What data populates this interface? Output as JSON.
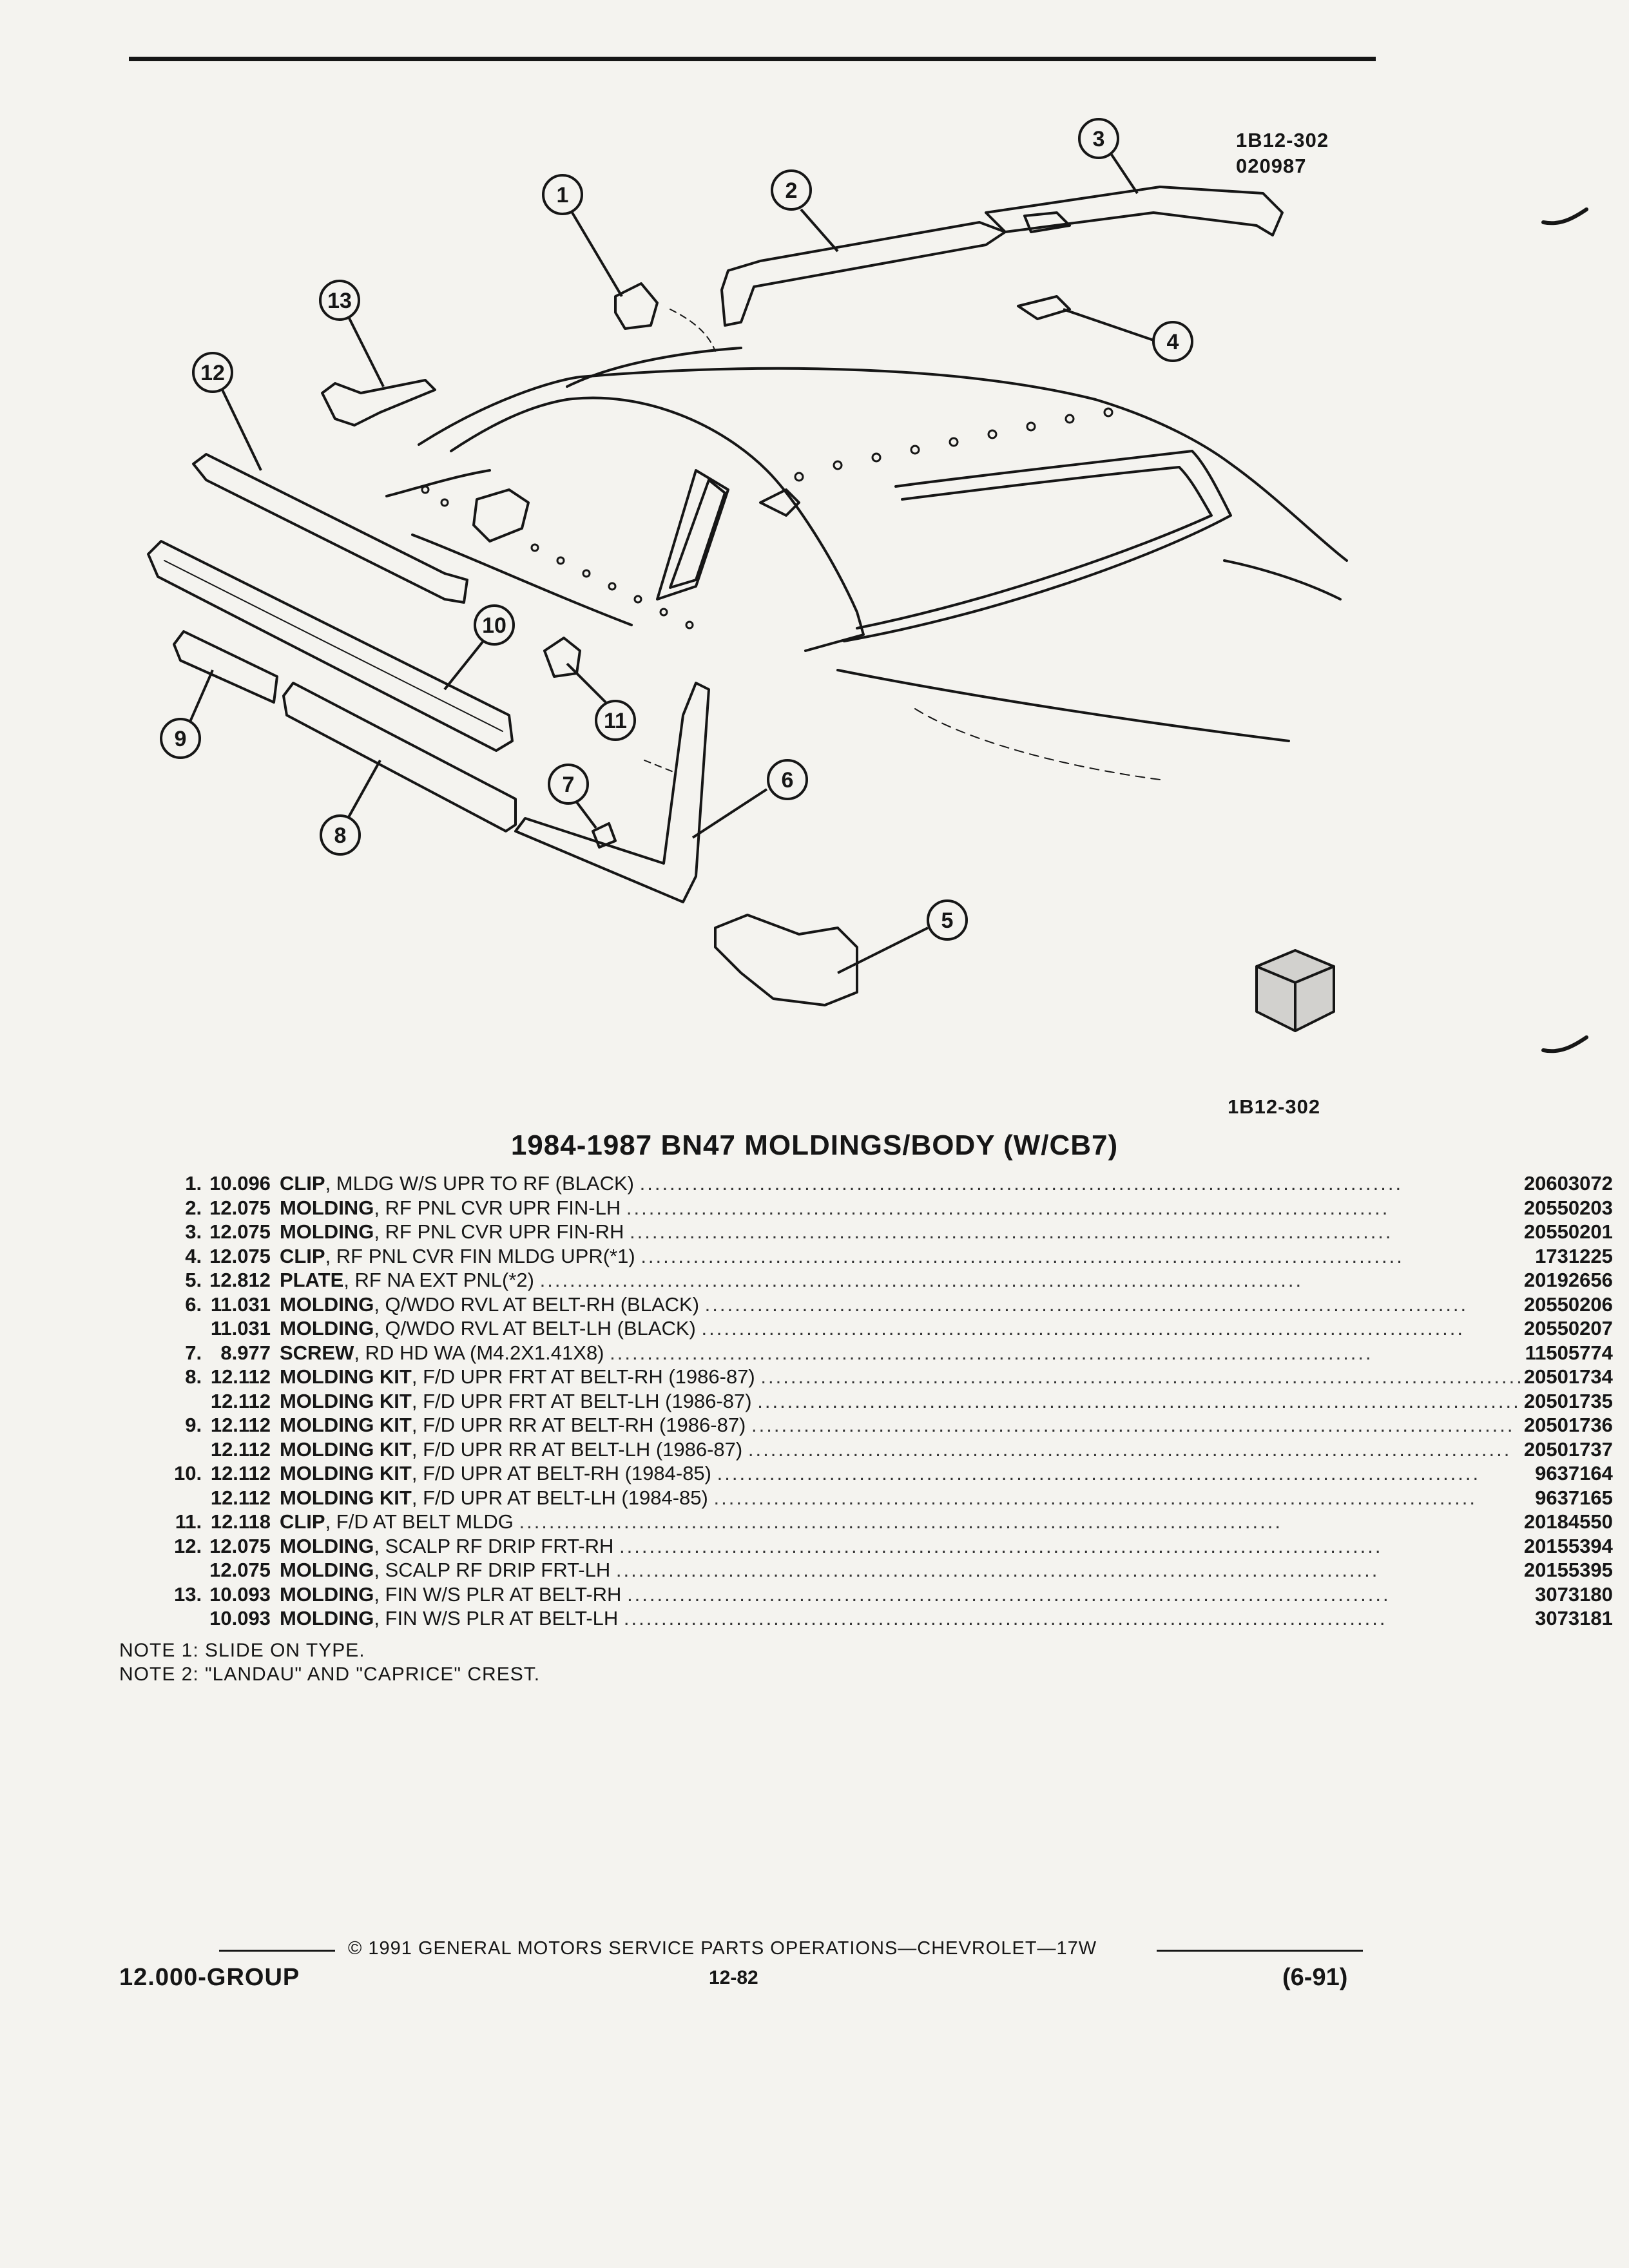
{
  "figure": {
    "code_top": "1B12-302",
    "date_code": "020987",
    "code_bottom": "1B12-302",
    "callouts": [
      "1",
      "2",
      "3",
      "4",
      "5",
      "6",
      "7",
      "8",
      "9",
      "10",
      "11",
      "12",
      "13"
    ]
  },
  "title": "1984-1987 BN47 MOLDINGS/BODY (W/CB7)",
  "parts": [
    {
      "num": "1.",
      "group": "10.096",
      "name": "CLIP",
      "detail": ", MLDG W/S UPR TO RF (BLACK)",
      "part_no": "20603072"
    },
    {
      "num": "2.",
      "group": "12.075",
      "name": "MOLDING",
      "detail": ", RF PNL CVR UPR FIN-LH",
      "part_no": "20550203"
    },
    {
      "num": "3.",
      "group": "12.075",
      "name": "MOLDING",
      "detail": ", RF PNL CVR UPR FIN-RH",
      "part_no": "20550201"
    },
    {
      "num": "4.",
      "group": "12.075",
      "name": "CLIP",
      "detail": ", RF PNL CVR FIN MLDG UPR(*1)",
      "part_no": "1731225"
    },
    {
      "num": "5.",
      "group": "12.812",
      "name": "PLATE",
      "detail": ", RF NA EXT PNL(*2)",
      "part_no": "20192656"
    },
    {
      "num": "6.",
      "group": "11.031",
      "name": "MOLDING",
      "detail": ", Q/WDO RVL AT BELT-RH (BLACK)",
      "part_no": "20550206"
    },
    {
      "num": "",
      "group": "11.031",
      "name": "MOLDING",
      "detail": ", Q/WDO RVL AT BELT-LH (BLACK)",
      "part_no": "20550207"
    },
    {
      "num": "7.",
      "group": "8.977",
      "name": "SCREW",
      "detail": ", RD HD WA (M4.2X1.41X8)",
      "part_no": "11505774"
    },
    {
      "num": "8.",
      "group": "12.112",
      "name": "MOLDING KIT",
      "detail": ", F/D UPR FRT AT BELT-RH (1986-87)",
      "part_no": "20501734"
    },
    {
      "num": "",
      "group": "12.112",
      "name": "MOLDING KIT",
      "detail": ", F/D UPR FRT AT BELT-LH (1986-87)",
      "part_no": "20501735"
    },
    {
      "num": "9.",
      "group": "12.112",
      "name": "MOLDING KIT",
      "detail": ", F/D UPR RR AT BELT-RH (1986-87)",
      "part_no": "20501736"
    },
    {
      "num": "",
      "group": "12.112",
      "name": "MOLDING KIT",
      "detail": ", F/D UPR RR AT BELT-LH (1986-87)",
      "part_no": "20501737"
    },
    {
      "num": "10.",
      "group": "12.112",
      "name": "MOLDING KIT",
      "detail": ", F/D UPR AT BELT-RH (1984-85)",
      "part_no": "9637164"
    },
    {
      "num": "",
      "group": "12.112",
      "name": "MOLDING KIT",
      "detail": ", F/D UPR AT BELT-LH (1984-85)",
      "part_no": "9637165"
    },
    {
      "num": "11.",
      "group": "12.118",
      "name": "CLIP",
      "detail": ", F/D AT BELT MLDG",
      "part_no": "20184550"
    },
    {
      "num": "12.",
      "group": "12.075",
      "name": "MOLDING",
      "detail": ", SCALP RF DRIP FRT-RH",
      "part_no": "20155394"
    },
    {
      "num": "",
      "group": "12.075",
      "name": "MOLDING",
      "detail": ", SCALP RF DRIP FRT-LH",
      "part_no": "20155395"
    },
    {
      "num": "13.",
      "group": "10.093",
      "name": "MOLDING",
      "detail": ", FIN W/S PLR AT BELT-RH",
      "part_no": "3073180"
    },
    {
      "num": "",
      "group": "10.093",
      "name": "MOLDING",
      "detail": ", FIN W/S PLR AT BELT-LH",
      "part_no": "3073181"
    }
  ],
  "leader": "......................................................................................................",
  "notes": [
    "NOTE  1:  SLIDE ON TYPE.",
    "NOTE  2:  \"LANDAU\" AND \"CAPRICE\" CREST."
  ],
  "footer": {
    "copyright": "© 1991  GENERAL MOTORS SERVICE PARTS OPERATIONS—CHEVROLET—17W",
    "group": "12.000-GROUP",
    "page": "12-82",
    "date": "(6-91)"
  }
}
